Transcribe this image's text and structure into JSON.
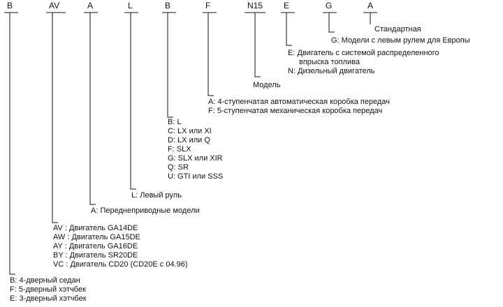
{
  "codes": {
    "body": "B",
    "engine": "AV",
    "drive": "A",
    "steering": "L",
    "trim": "B",
    "transmission": "F",
    "model": "N15",
    "fuel": "E",
    "market": "G",
    "spec": "A"
  },
  "descriptions": {
    "spec": [
      "Стандартная"
    ],
    "market": [
      "G: Модели с левым рулем для Европы"
    ],
    "fuel": [
      "E: Двигатель с системой распределенного",
      "впрыска топлива",
      "N: Дизельный двигатель"
    ],
    "model": [
      "Модель"
    ],
    "transmission": [
      "A: 4-ступенчатая автоматическая коробка передач",
      "F: 5-ступенчатая механическая коробка передач"
    ],
    "trim": [
      "B: L",
      "C: LX или XI",
      "D: LX или Q",
      "F: SLX",
      "G: SLX или XIR",
      "Q: SR",
      "U: GTI или SSS"
    ],
    "steering": [
      "L: Левый руль"
    ],
    "drive": [
      "A: Переднеприводные модели"
    ],
    "engine": [
      "AV : Двигатель GA14DE",
      "AW : Двигатель GA15DE",
      "AY : Двигатель GA16DE",
      "BY : Двигатель SR20DE",
      "VC : Двигатель CD20 (CD20E с 04.96)"
    ],
    "body": [
      "B: 4-дверный седан",
      "F: 5-дверный хэтчбек",
      "E: 3-дверный хэтчбек"
    ]
  },
  "colors": {
    "ink": "#111111",
    "background": "#ffffff"
  }
}
